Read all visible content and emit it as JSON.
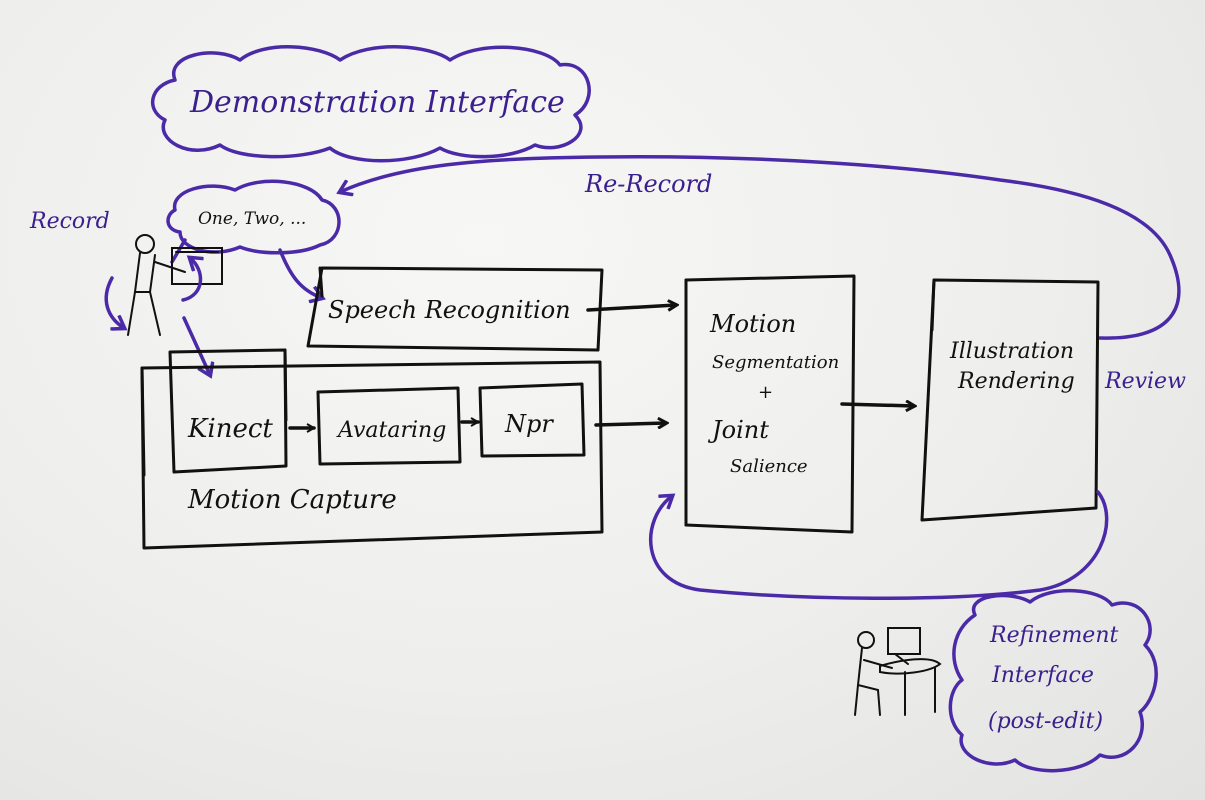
{
  "labels": {
    "demonstration_interface": "Demonstration Interface",
    "re_record": "Re-Record",
    "record": "Record",
    "speech_bubble": "One, Two, ...",
    "speech_recognition": "Speech Recognition",
    "kinect": "Kinect",
    "avataring": "Avataring",
    "npr": "Npr",
    "motion_capture": "Motion Capture",
    "motion_segmentation_line1": "Motion",
    "motion_segmentation_line2": "Segmentation",
    "motion_segmentation_line3": "+",
    "motion_segmentation_line4": "Joint",
    "motion_segmentation_line5": "Salience",
    "illustration_line1": "Illustration",
    "illustration_line2": "Rendering",
    "review": "Review",
    "refinement_line1": "Refinement",
    "refinement_line2": "Interface",
    "refinement_line3": "(post-edit)"
  },
  "colors": {
    "ink_black": "#111111",
    "ink_purple": "#4b2aa8"
  },
  "icons": [
    "person-at-screen-icon",
    "person-at-computer-icon"
  ]
}
